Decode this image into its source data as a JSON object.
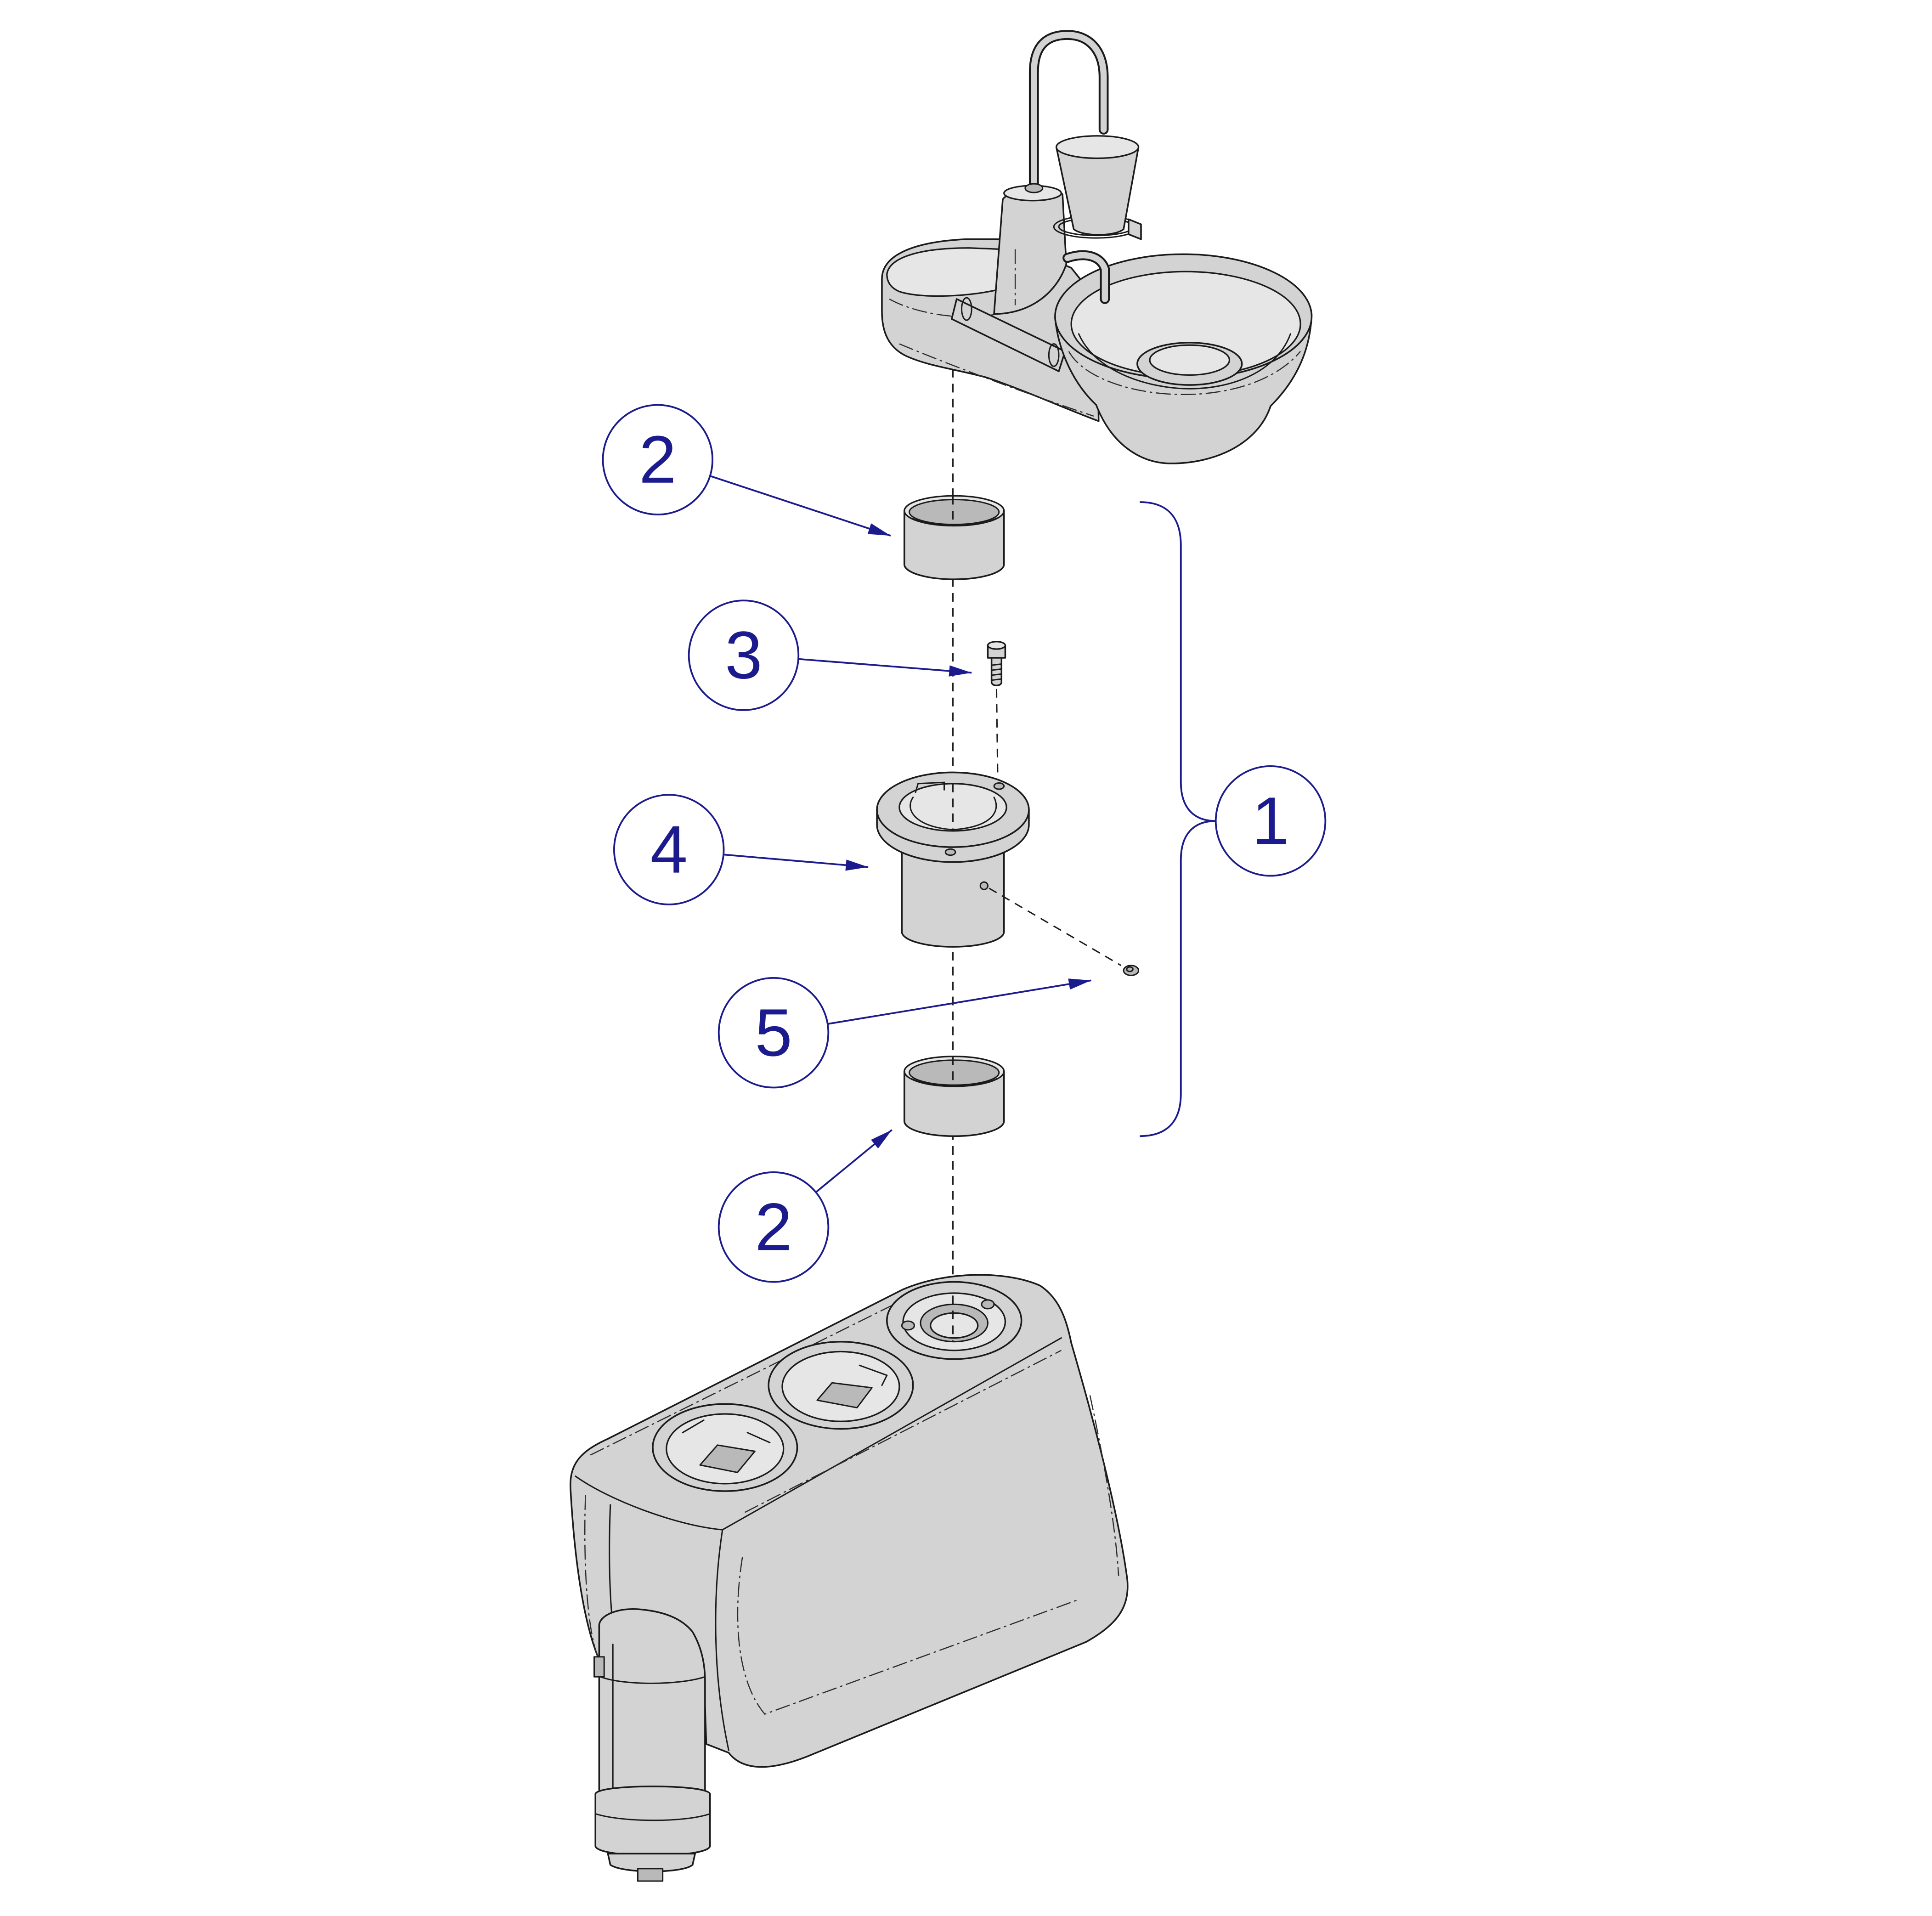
{
  "callouts": [
    {
      "label": "2"
    },
    {
      "label": "3"
    },
    {
      "label": "4"
    },
    {
      "label": "5"
    },
    {
      "label": "2"
    },
    {
      "label": "1"
    }
  ],
  "colors": {
    "callout": "#1b1b8e",
    "part_fill": "#d3d3d3",
    "outline": "#1a1a1a",
    "background": "#ffffff"
  }
}
